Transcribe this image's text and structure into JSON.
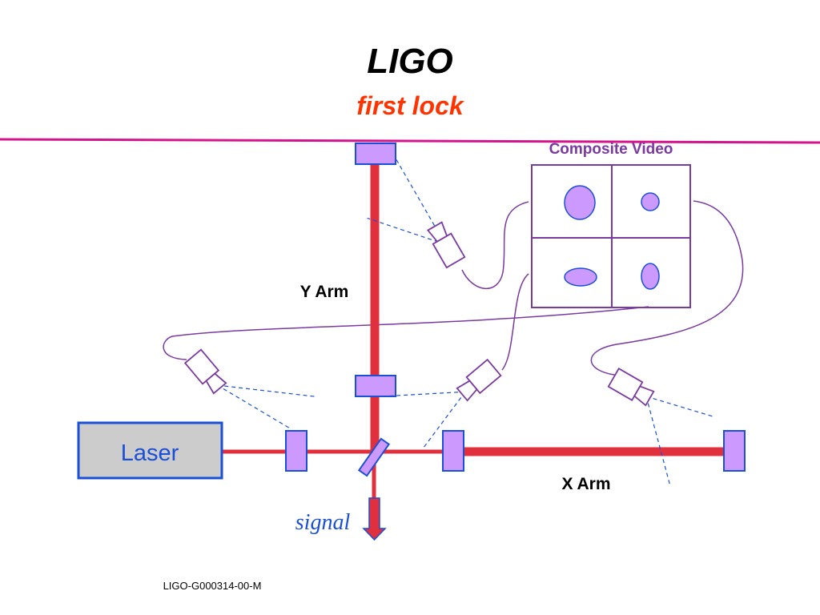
{
  "title": "LIGO",
  "subtitle": "first lock",
  "labels": {
    "composite_video": "Composite Video",
    "y_arm": "Y Arm",
    "x_arm": "X Arm",
    "laser": "Laser",
    "signal": "signal"
  },
  "footer": "LIGO-G000314-00-M",
  "colors": {
    "beam": "#e0303e",
    "mirror_fill": "#cc99ff",
    "mirror_stroke": "#1a4fd6",
    "cable": "#7a3aa0",
    "dashed": "#1a4fd6",
    "divider": "#d4148c",
    "title_sub": "#ff3300",
    "laser_fill": "#cccccc",
    "composite_label": "#7a3aa0"
  }
}
